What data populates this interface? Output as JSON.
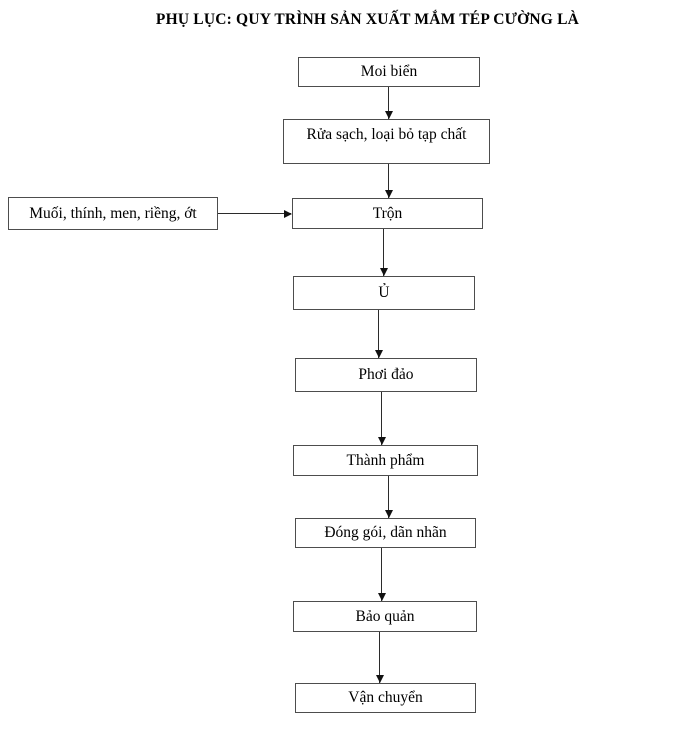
{
  "title": "PHỤ LỤC: QUY TRÌNH SẢN XUẤT MẮM TÉP CƯỜNG LÀ",
  "flowchart": {
    "nodes": [
      {
        "id": "moi-bien",
        "label": "Moi biển"
      },
      {
        "id": "rua-sach",
        "label": "Rửa sạch, loại bỏ tạp chất"
      },
      {
        "id": "tron",
        "label": "Trộn"
      },
      {
        "id": "u",
        "label": "Ủ"
      },
      {
        "id": "phoi-dao",
        "label": "Phơi đảo"
      },
      {
        "id": "thanh-pham",
        "label": "Thành phẩm"
      },
      {
        "id": "dong-goi",
        "label": "Đóng gói, dãn nhãn"
      },
      {
        "id": "bao-quan",
        "label": "Bảo quản"
      },
      {
        "id": "van-chuyen",
        "label": "Vận chuyển"
      }
    ],
    "side_input": {
      "id": "nguyen-lieu-phu",
      "label": "Muối, thính, men, riềng, ớt",
      "target_id": "tron"
    },
    "edges": [
      [
        "moi-bien",
        "rua-sach"
      ],
      [
        "rua-sach",
        "tron"
      ],
      [
        "nguyen-lieu-phu",
        "tron"
      ],
      [
        "tron",
        "u"
      ],
      [
        "u",
        "phoi-dao"
      ],
      [
        "phoi-dao",
        "thanh-pham"
      ],
      [
        "thanh-pham",
        "dong-goi"
      ],
      [
        "dong-goi",
        "bao-quan"
      ],
      [
        "bao-quan",
        "van-chuyen"
      ]
    ],
    "colors": {
      "background": "#ffffff",
      "box_border": "#4d4d4d",
      "arrow": "#1f1f1f",
      "text": "#000000"
    }
  }
}
